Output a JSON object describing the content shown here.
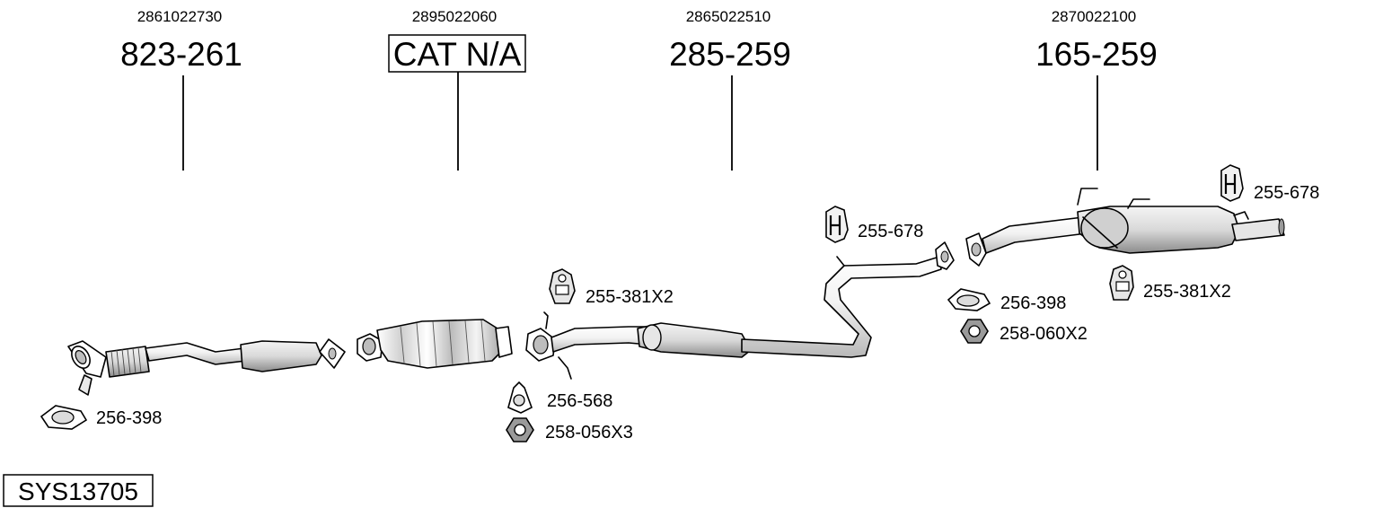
{
  "system_code": "SYS13705",
  "assemblies": [
    {
      "ref": "2861022730",
      "part": "823-261",
      "boxed": false
    },
    {
      "ref": "2895022060",
      "part": "CAT N/A",
      "boxed": true
    },
    {
      "ref": "2865022510",
      "part": "285-259",
      "boxed": false
    },
    {
      "ref": "2870022100",
      "part": "165-259",
      "boxed": false
    }
  ],
  "fittings": [
    {
      "label": "256-398",
      "icon": "gasket-icon"
    },
    {
      "label": "255-381X2",
      "icon": "rubber-mount-icon"
    },
    {
      "label": "256-568",
      "icon": "gasket-icon"
    },
    {
      "label": "258-056X3",
      "icon": "hex-nut-icon"
    },
    {
      "label": "255-678",
      "icon": "hanger-icon"
    },
    {
      "label": "256-398",
      "icon": "gasket-icon"
    },
    {
      "label": "258-060X2",
      "icon": "hex-nut-icon"
    },
    {
      "label": "255-381X2",
      "icon": "rubber-mount-icon"
    },
    {
      "label": "255-678",
      "icon": "hanger-icon"
    }
  ],
  "colors": {
    "line": "#000000",
    "pipe_fill": "#ffffff",
    "shade_light": "#dcdcdc",
    "shade_dark": "#9a9a9a",
    "background": "#ffffff"
  }
}
